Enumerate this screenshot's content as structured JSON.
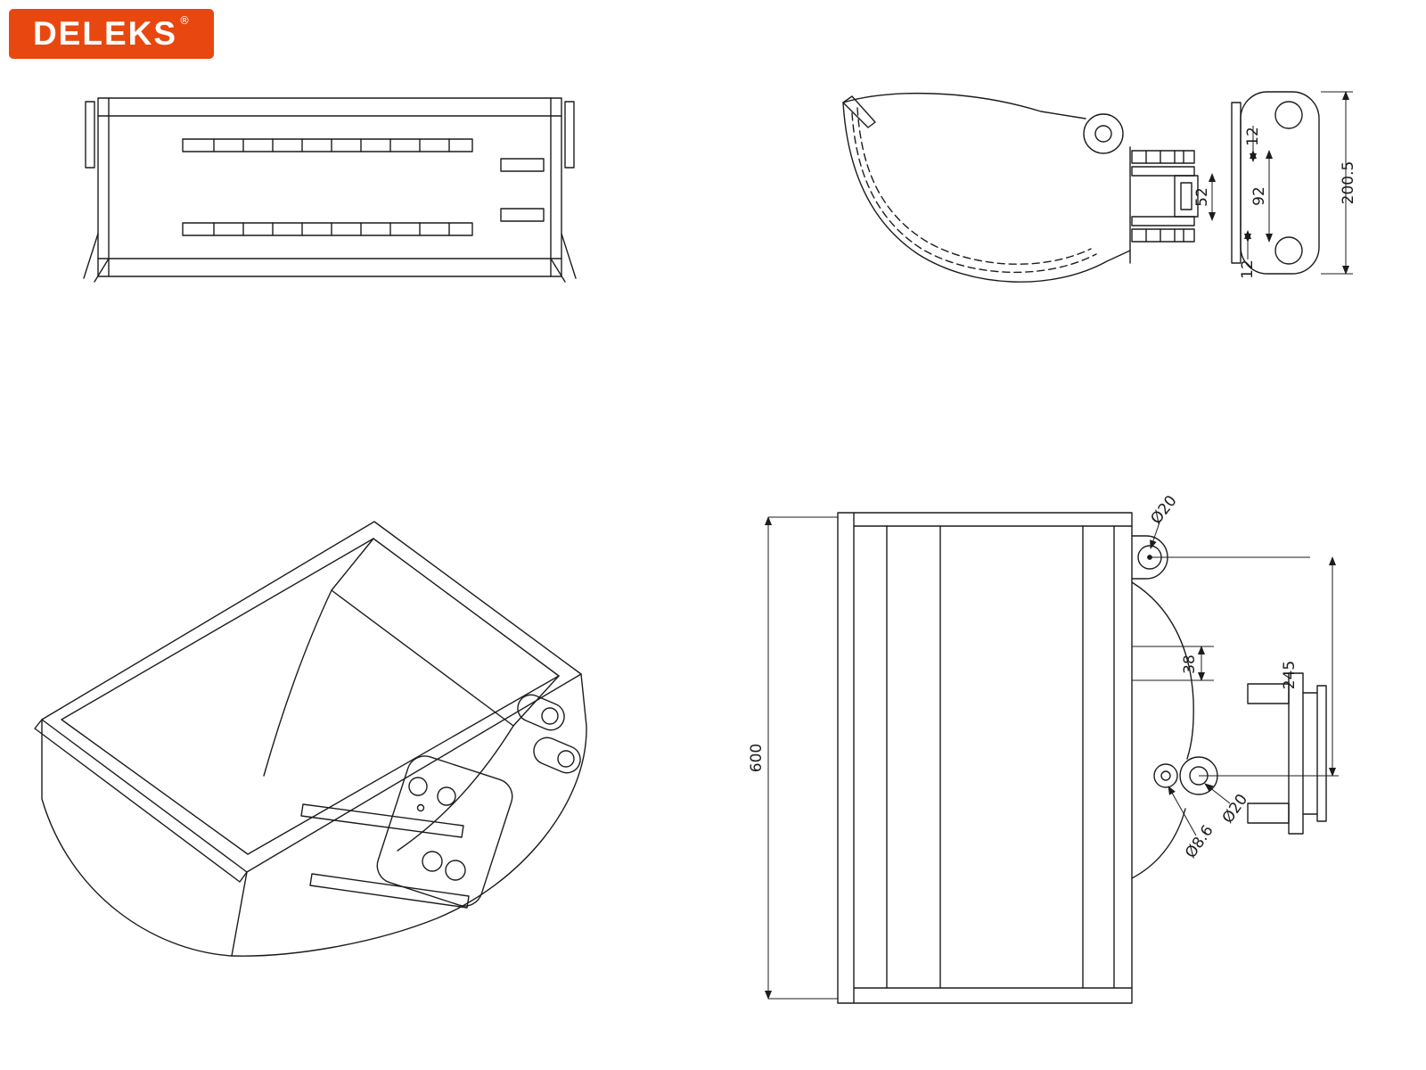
{
  "logo": {
    "text": "DELEKS",
    "registered_mark": "®"
  },
  "drawing": {
    "side_view": {
      "dim_plate_top": "12",
      "dim_inner_width": "52",
      "dim_pin_spacing": "92",
      "dim_overall_height": "200.5",
      "dim_plate_bottom": "12"
    },
    "rear_view": {
      "dim_width": "600",
      "dim_top_hole": "Ø20",
      "dim_hole_offset": "38",
      "dim_bracket_span": "245",
      "dim_main_hole": "Ø20",
      "dim_small_hole": "Ø8.6"
    }
  }
}
